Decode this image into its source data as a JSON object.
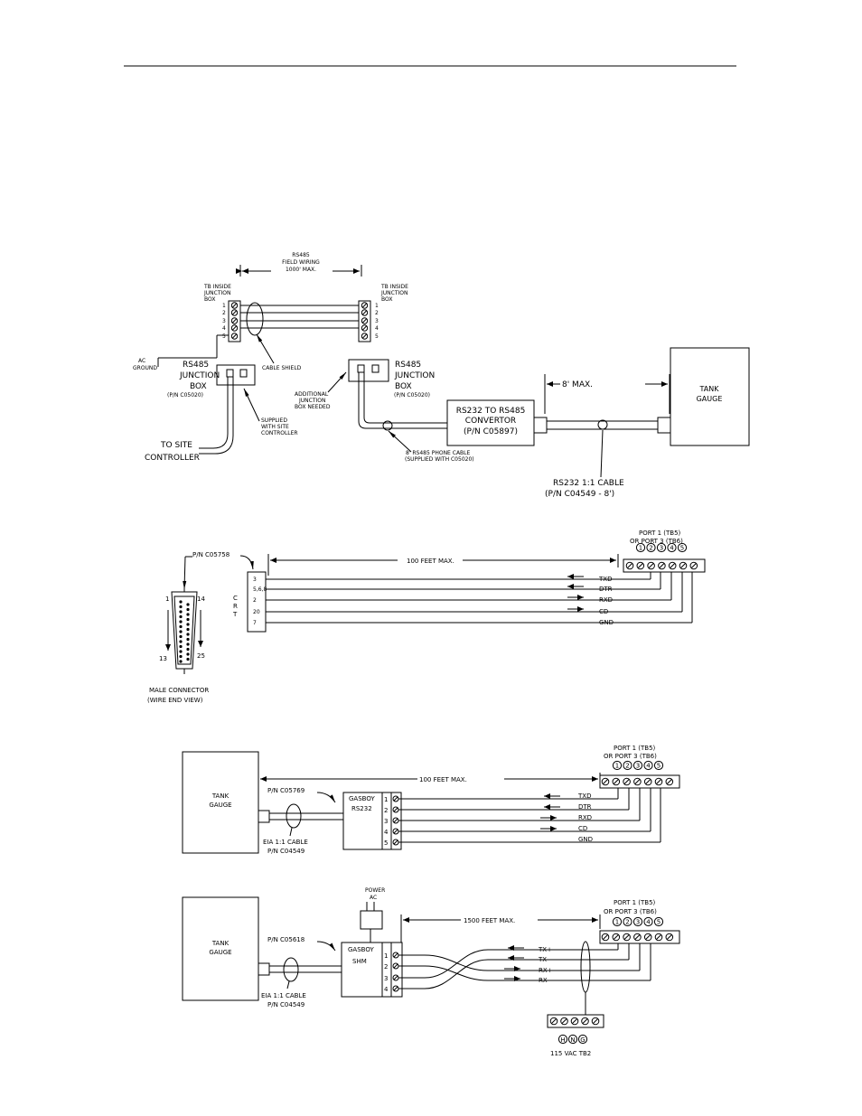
{
  "diagram1": {
    "field_wiring": [
      "RS485",
      "FIELD WIRING",
      "1000' MAX."
    ],
    "tb_left": [
      "TB INSIDE",
      "JUNCTION",
      "BOX"
    ],
    "tb_right": [
      "TB INSIDE",
      "JUNCTION",
      "BOX"
    ],
    "terminals": [
      "1",
      "2",
      "3",
      "4",
      "5"
    ],
    "ac_ground": [
      "AC",
      "GROUND"
    ],
    "jbox_left": [
      "RS485",
      "JUNCTION",
      "BOX",
      "(P/N C05020)"
    ],
    "cable_shield": "CABLE SHIELD",
    "supplied": [
      "SUPPLIED",
      "WITH SITE",
      "CONTROLLER"
    ],
    "to_site": [
      "TO SITE",
      "CONTROLLER"
    ],
    "additional": [
      "ADDITIONAL",
      "JUNCTION",
      "BOX NEEDED"
    ],
    "jbox_right": [
      "RS485",
      "JUNCTION",
      "BOX",
      "(P/N C05020)"
    ],
    "converter": [
      "RS232 TO RS485",
      "CONVERTOR",
      "(P/N C05897)"
    ],
    "phone_cable": [
      "8' RS485 PHONE CABLE",
      "(SUPPLIED WITH C05020)"
    ],
    "eight_max": "8' MAX.",
    "tank_gauge": [
      "TANK",
      "GAUGE"
    ],
    "rs232_cable": [
      "RS232 1:1 CABLE",
      "(P/N C04549 - 8')"
    ]
  },
  "diagram2": {
    "pn": "P/N C05758",
    "pins": [
      "1",
      "14",
      "13",
      "25"
    ],
    "male_connector": [
      "MALE CONNECTOR",
      "(WIRE END VIEW)"
    ],
    "crt": [
      "C",
      "R",
      "T"
    ],
    "crt_pins": [
      "3",
      "5,6,8",
      "2",
      "20",
      "7"
    ],
    "distance": "100 FEET MAX.",
    "port_label": [
      "PORT 1  (TB5)",
      "OR PORT 3  (TB6)"
    ],
    "port_numbers": [
      "1",
      "2",
      "3",
      "4",
      "5"
    ],
    "signals": [
      "TXD",
      "DTR",
      "RXD",
      "CD",
      "GND"
    ]
  },
  "diagram3": {
    "tank_gauge": [
      "TANK",
      "GAUGE"
    ],
    "distance": "100 FEET MAX.",
    "pn": "P/N C05769",
    "gasboy": [
      "GASBOY",
      "RS232"
    ],
    "terminals": [
      "1",
      "2",
      "3",
      "4",
      "5"
    ],
    "signals": [
      "TXD",
      "DTR",
      "RXD",
      "CD",
      "GND"
    ],
    "cable": [
      "EIA 1:1 CABLE",
      "P/N C04549"
    ],
    "port_label": [
      "PORT 1  (TB5)",
      "OR PORT 3  (TB6)"
    ],
    "port_numbers": [
      "1",
      "2",
      "3",
      "4",
      "5"
    ]
  },
  "diagram4": {
    "tank_gauge": [
      "TANK",
      "GAUGE"
    ],
    "power": [
      "POWER",
      "AC"
    ],
    "distance": "1500 FEET MAX.",
    "pn": "P/N C05618",
    "gasboy": [
      "GASBOY",
      "SHM"
    ],
    "terminals": [
      "1",
      "2",
      "3",
      "4"
    ],
    "signals": [
      "TX+",
      "TX-",
      "RX+",
      "RX-"
    ],
    "cable": [
      "EIA 1:1 CABLE",
      "P/N C04549"
    ],
    "port_label": [
      "PORT 1  (TB5)",
      "OR PORT 3  (TB6)"
    ],
    "port_numbers": [
      "1",
      "2",
      "3",
      "4",
      "5"
    ],
    "tb2_letters": [
      "H",
      "N",
      "G"
    ],
    "tb2_label": "115 VAC TB2"
  }
}
